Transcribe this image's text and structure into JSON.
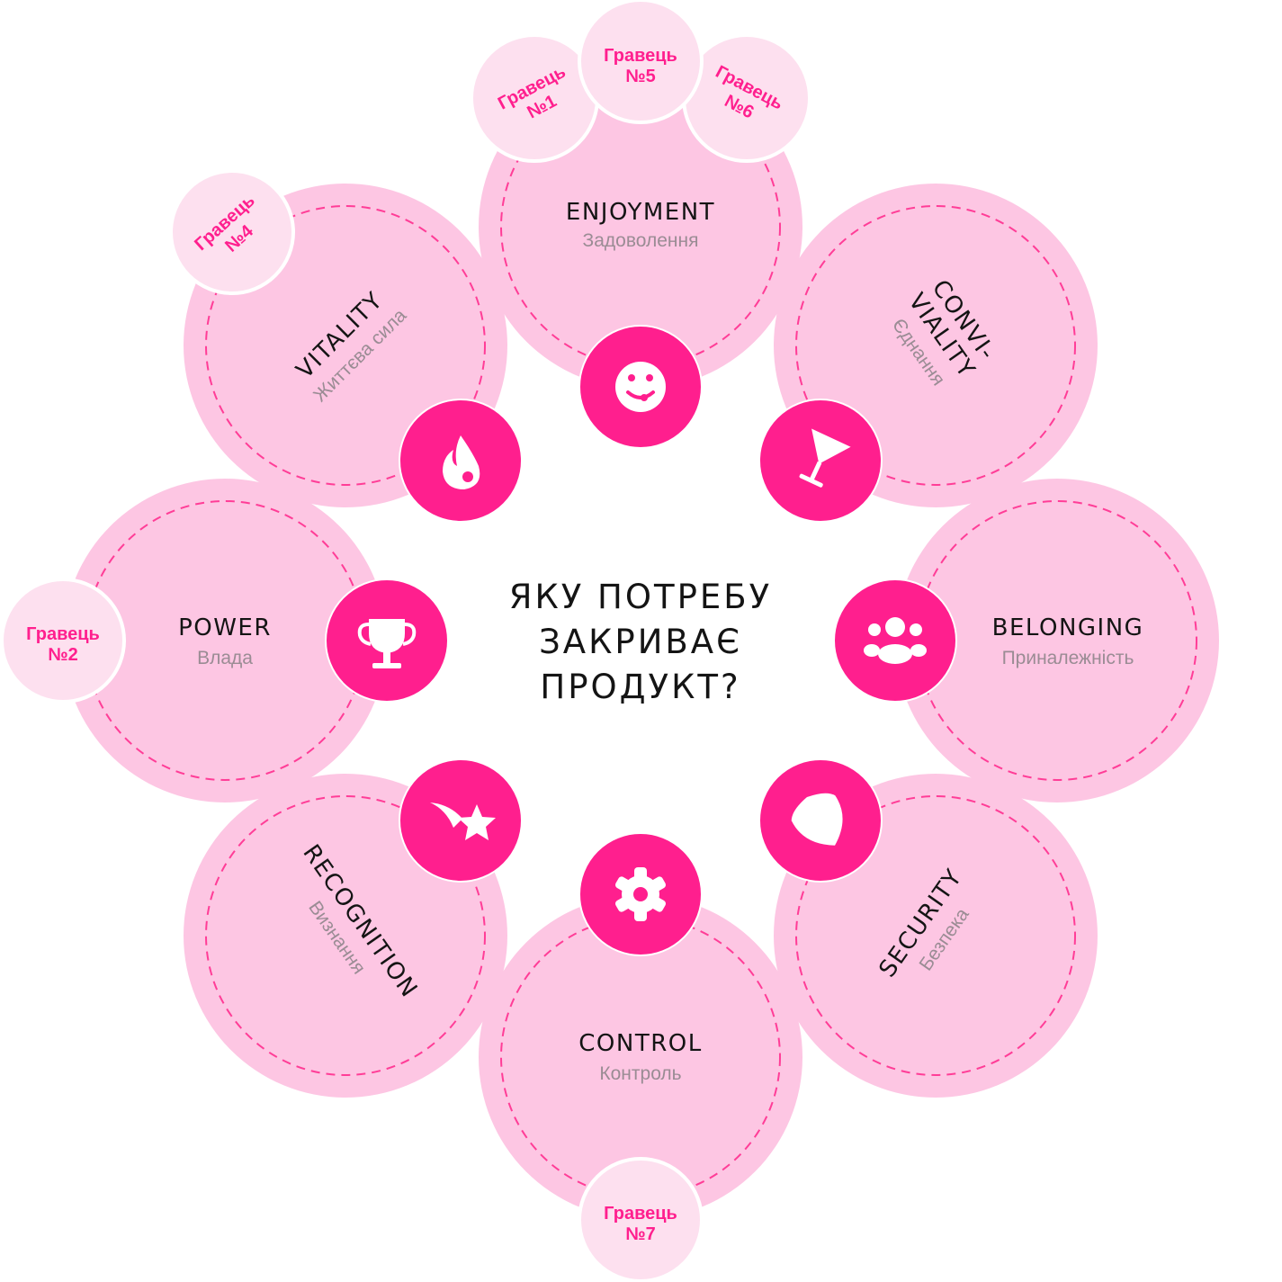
{
  "title": {
    "line1": "ЯКУ ПОТРЕБУ",
    "line2": "ЗАКРИВАЄ",
    "line3": "ПРОДУКТ?"
  },
  "colors": {
    "petal": "#fdc6e3",
    "dash": "#ff3d97",
    "icon_circle": "#ff1f8e",
    "player": "#fde0ef",
    "player_text": "#ff1f8e",
    "label": "#141414",
    "sub": "#9a8c94"
  },
  "needs": [
    {
      "id": "enjoyment",
      "label_lines": [
        "ENJOYMENT"
      ],
      "sub": "Задоволення",
      "icon": "smiley-icon"
    },
    {
      "id": "conviviality",
      "label_lines": [
        "CONVI-",
        "VIALITY"
      ],
      "sub": "Єднання",
      "icon": "cocktail-glass-icon"
    },
    {
      "id": "belonging",
      "label_lines": [
        "BELONGING"
      ],
      "sub": "Приналежність",
      "icon": "people-group-icon"
    },
    {
      "id": "security",
      "label_lines": [
        "SECURITY"
      ],
      "sub": "Безпека",
      "icon": "shield-icon"
    },
    {
      "id": "control",
      "label_lines": [
        "CONTROL"
      ],
      "sub": "Контроль",
      "icon": "gear-icon"
    },
    {
      "id": "recognition",
      "label_lines": [
        "RECOGNITION"
      ],
      "sub": "Визнання",
      "icon": "shooting-star-icon"
    },
    {
      "id": "power",
      "label_lines": [
        "POWER"
      ],
      "sub": "Влада",
      "icon": "trophy-icon"
    },
    {
      "id": "vitality",
      "label_lines": [
        "VITALITY"
      ],
      "sub": "Життєва сила",
      "icon": "flame-icon"
    }
  ],
  "players": [
    {
      "id": "player-1",
      "line1": "Гравець",
      "line2": "№1"
    },
    {
      "id": "player-5",
      "line1": "Гравець",
      "line2": "№5"
    },
    {
      "id": "player-6",
      "line1": "Гравець",
      "line2": "№6"
    },
    {
      "id": "player-4",
      "line1": "Гравець",
      "line2": "№4"
    },
    {
      "id": "player-2",
      "line1": "Гравець",
      "line2": "№2"
    },
    {
      "id": "player-7",
      "line1": "Гравець",
      "line2": "№7"
    }
  ]
}
